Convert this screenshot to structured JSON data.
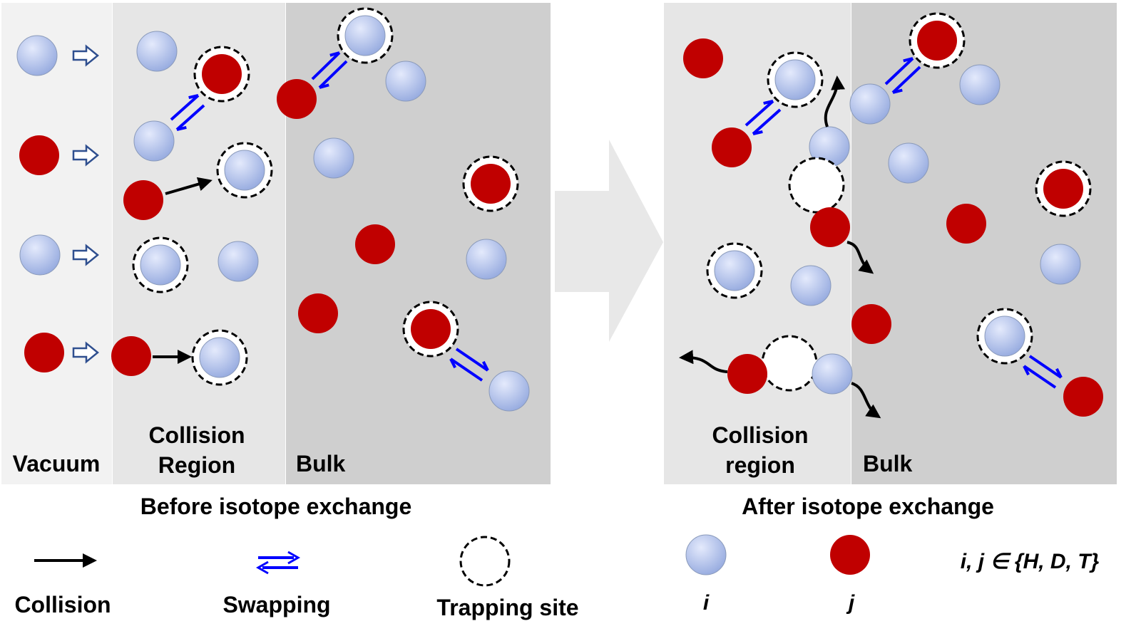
{
  "colors": {
    "vacuum": "#f2f2f2",
    "collision": "#e6e6e6",
    "bulk": "#cfcfcf",
    "particle_j": "#c00000",
    "particle_i_light": "#dfe6fb",
    "particle_i_dark": "#97abdf",
    "swap_arrow": "#0000ff",
    "collision_arrow": "#000000",
    "big_arrow": "#e8e8e8"
  },
  "before": {
    "vacuum_label": "Vacuum",
    "collision_label_line1": "Collision",
    "collision_label_line2": "Region",
    "bulk_label": "Bulk",
    "caption": "Before isotope exchange"
  },
  "after": {
    "collision_label_line1": "Collision",
    "collision_label_line2": "region",
    "bulk_label": "Bulk",
    "caption": "After isotope exchange"
  },
  "legend": {
    "collision": "Collision",
    "swapping": "Swapping",
    "trapping_site": "Trapping site",
    "particle_i": "i",
    "particle_j": "j",
    "set_notation": "i, j ∈ {H, D, T}"
  }
}
